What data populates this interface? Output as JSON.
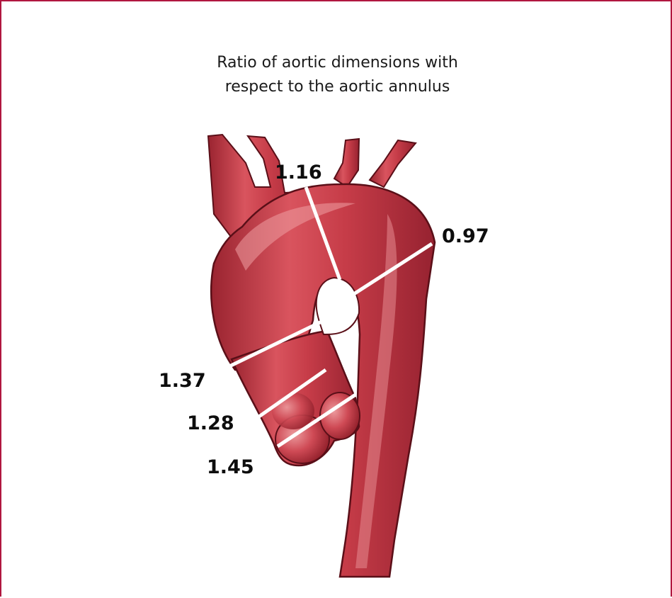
{
  "title": {
    "line1": "Ratio of aortic dimensions with",
    "line2": "respect to the aortic annulus"
  },
  "ratios": {
    "distal_arch": "1.16",
    "descending_aorta": "0.97",
    "ascending_aorta": "1.37",
    "sinotubular_junction": "1.28",
    "sinuses_of_valsalva": "1.45"
  },
  "colors": {
    "border": "#b0163f",
    "aorta": "#c7404c",
    "aorta_dark": "#8e1d28",
    "aorta_light": "#e27c82",
    "measurement_line": "#ffffff"
  }
}
